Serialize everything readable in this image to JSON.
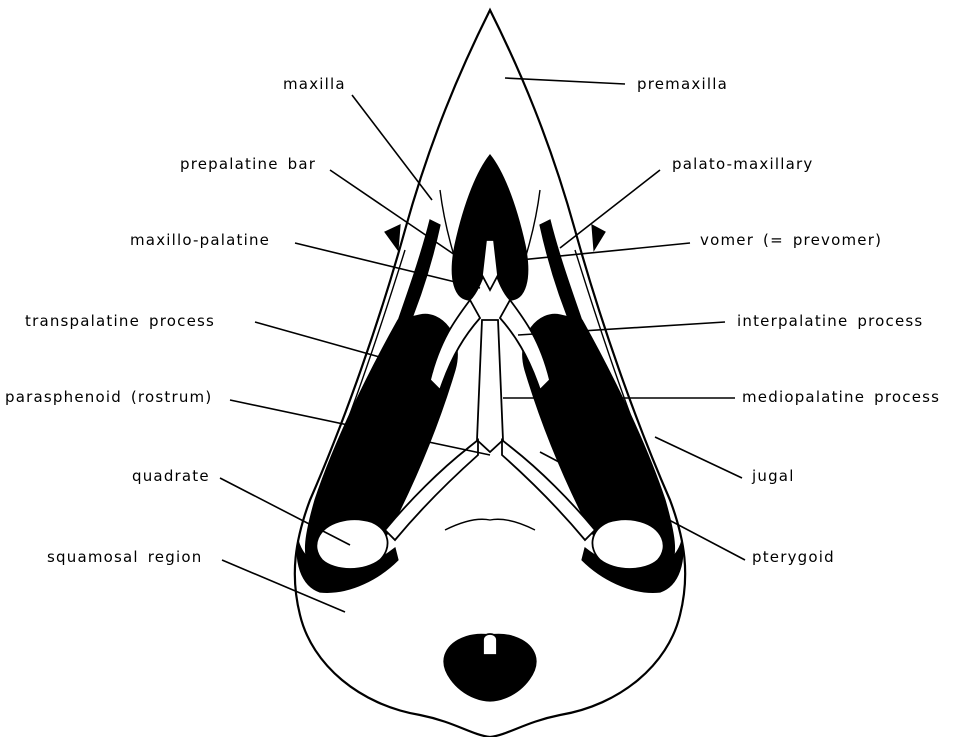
{
  "labels": {
    "maxilla": "maxilla",
    "premaxilla": "premaxilla",
    "prepalatine_bar": "prepalatine bar",
    "palato_maxillary": "palato-maxillary",
    "maxillo_palatine": "maxillo-palatine",
    "vomer": "vomer (= prevomer)",
    "transpalatine_process": "transpalatine  process",
    "interpalatine_process": "interpalatine process",
    "parasphenoid": "parasphenoid (rostrum)",
    "mediopalatine_process": "mediopalatine  process",
    "quadrate": "quadrate",
    "jugal": "jugal",
    "squamosal_region": "squamosal  region",
    "pterygoid": "pterygoid"
  }
}
